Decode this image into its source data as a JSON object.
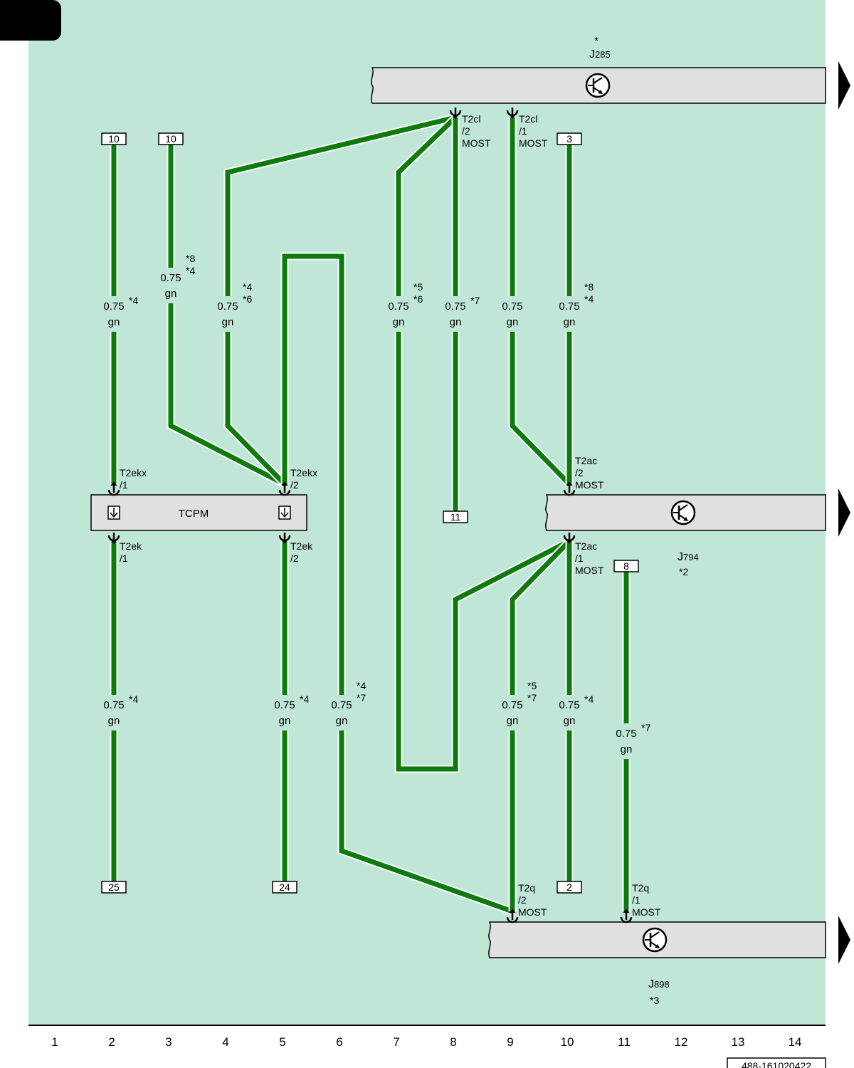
{
  "colors": {
    "background": "#c0e6d8",
    "wire": "#0c7a0c",
    "component_fill": "#e0e0e0",
    "outline": "#000000"
  },
  "components": {
    "j285": {
      "name": "J",
      "sub": "285",
      "note": "*"
    },
    "j794": {
      "name": "J",
      "sub": "794",
      "note": "*2"
    },
    "j898": {
      "name": "J",
      "sub": "898",
      "note": "*3"
    },
    "tcpm": {
      "name": "TCPM"
    }
  },
  "connectors": {
    "t2cl2": [
      "T2cl",
      "/2",
      "MOST"
    ],
    "t2cl1": [
      "T2cl",
      "/1",
      "MOST"
    ],
    "t2ekx1": [
      "T2ekx",
      "/1"
    ],
    "t2ekx2": [
      "T2ekx",
      "/2"
    ],
    "t2ek1": [
      "T2ek",
      "/1"
    ],
    "t2ek2": [
      "T2ek",
      "/2"
    ],
    "t2ac2": [
      "T2ac",
      "/2",
      "MOST"
    ],
    "t2ac1": [
      "T2ac",
      "/1",
      "MOST"
    ],
    "t2q2": [
      "T2q",
      "/2",
      "MOST"
    ],
    "t2q1": [
      "T2q",
      "/1",
      "MOST"
    ]
  },
  "references": {
    "c2_top": "10",
    "c3_top": "10",
    "c10_top": "3",
    "c8_mid": "11",
    "c11_mid": "8",
    "c2_bottom": "25",
    "c5_bottom": "24",
    "c10_bottom": "2"
  },
  "wires": {
    "w1": {
      "size": "0.75",
      "color": "gn",
      "notes": [
        "*4"
      ]
    },
    "w2": {
      "size": "0.75",
      "color": "gn",
      "notes": [
        "*8",
        "*4"
      ]
    },
    "w3": {
      "size": "0.75",
      "color": "gn",
      "notes": [
        "*4",
        "*6"
      ]
    },
    "w4": {
      "size": "0.75",
      "color": "gn",
      "notes": [
        "*5",
        "*6"
      ]
    },
    "w5": {
      "size": "0.75",
      "color": "gn",
      "notes": [
        "*7"
      ]
    },
    "w6": {
      "size": "0.75",
      "color": "gn",
      "notes": []
    },
    "w7": {
      "size": "0.75",
      "color": "gn",
      "notes": [
        "*8",
        "*4"
      ]
    },
    "w8": {
      "size": "0.75",
      "color": "gn",
      "notes": [
        "*4"
      ]
    },
    "w9": {
      "size": "0.75",
      "color": "gn",
      "notes": [
        "*4"
      ]
    },
    "w10": {
      "size": "0.75",
      "color": "gn",
      "notes": [
        "*4",
        "*7"
      ]
    },
    "w11": {
      "size": "0.75",
      "color": "gn",
      "notes": [
        "*5",
        "*7"
      ]
    },
    "w12": {
      "size": "0.75",
      "color": "gn",
      "notes": [
        "*4"
      ]
    },
    "w13": {
      "size": "0.75",
      "color": "gn",
      "notes": [
        "*7"
      ]
    }
  },
  "columns": [
    "1",
    "2",
    "3",
    "4",
    "5",
    "6",
    "7",
    "8",
    "9",
    "10",
    "11",
    "12",
    "13",
    "14"
  ],
  "diagram_id": "488-161020422"
}
